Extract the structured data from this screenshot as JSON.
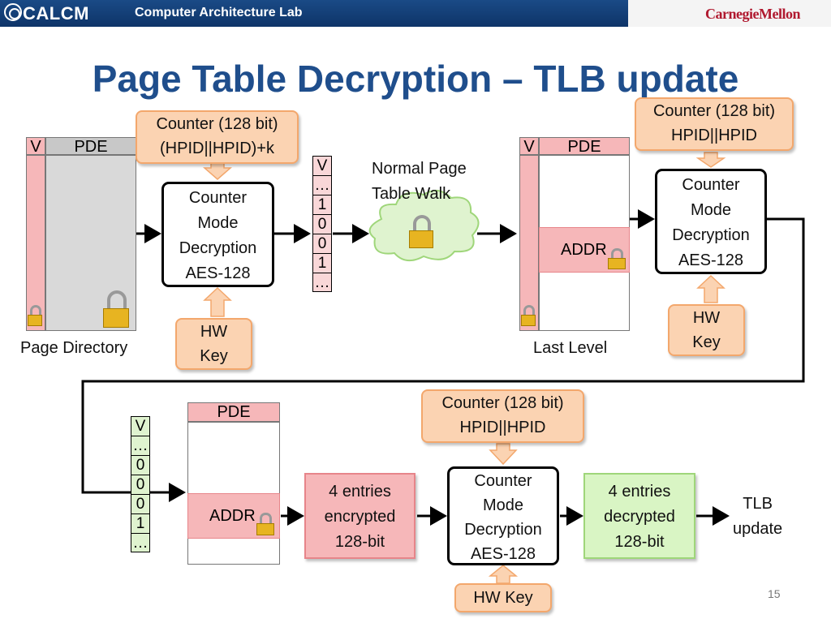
{
  "header": {
    "logo": "CALCM",
    "lab": "Computer Architecture Lab",
    "university": "CarnegieMellon"
  },
  "title": "Page Table Decryption – TLB update",
  "top_left": {
    "counter": [
      "Counter (128 bit)",
      "(HPID||HPID)+k"
    ],
    "v": "V",
    "pde": "PDE",
    "caption": "Page Directory",
    "decrypt": [
      "Counter",
      "Mode",
      "Decryption",
      "AES-128"
    ],
    "hwkey": [
      "HW",
      "Key"
    ],
    "bits": [
      "V",
      "…",
      "1",
      "0",
      "0",
      "1",
      "…"
    ]
  },
  "walk": [
    "Normal Page",
    "Table Walk"
  ],
  "top_right": {
    "counter": [
      "Counter (128 bit)",
      "HPID||HPID"
    ],
    "v": "V",
    "pde": "PDE",
    "addr": "ADDR",
    "caption": "Last Level",
    "decrypt": [
      "Counter",
      "Mode",
      "Decryption",
      "AES-128"
    ],
    "hwkey": [
      "HW",
      "Key"
    ]
  },
  "bottom": {
    "bits": [
      "V",
      "…",
      "0",
      "0",
      "0",
      "1",
      "…"
    ],
    "pde": "PDE",
    "addr": "ADDR",
    "encrypted": [
      "4 entries",
      "encrypted",
      "128-bit"
    ],
    "counter": [
      "Counter (128 bit)",
      "HPID||HPID"
    ],
    "decrypt": [
      "Counter",
      "Mode",
      "Decryption",
      "AES-128"
    ],
    "hwkey": "HW Key",
    "decrypted": [
      "4 entries",
      "decrypted",
      "128-bit"
    ],
    "tlb": [
      "TLB",
      "update"
    ]
  },
  "page_number": "15",
  "colors": {
    "header_blue": "#1a4a86",
    "title_blue": "#1f4e8c",
    "orange_fill": "#fbd3b2",
    "pink_fill": "#f6b7b9",
    "green_fill": "#d9f5c4",
    "cmu_red": "#b0192f"
  }
}
